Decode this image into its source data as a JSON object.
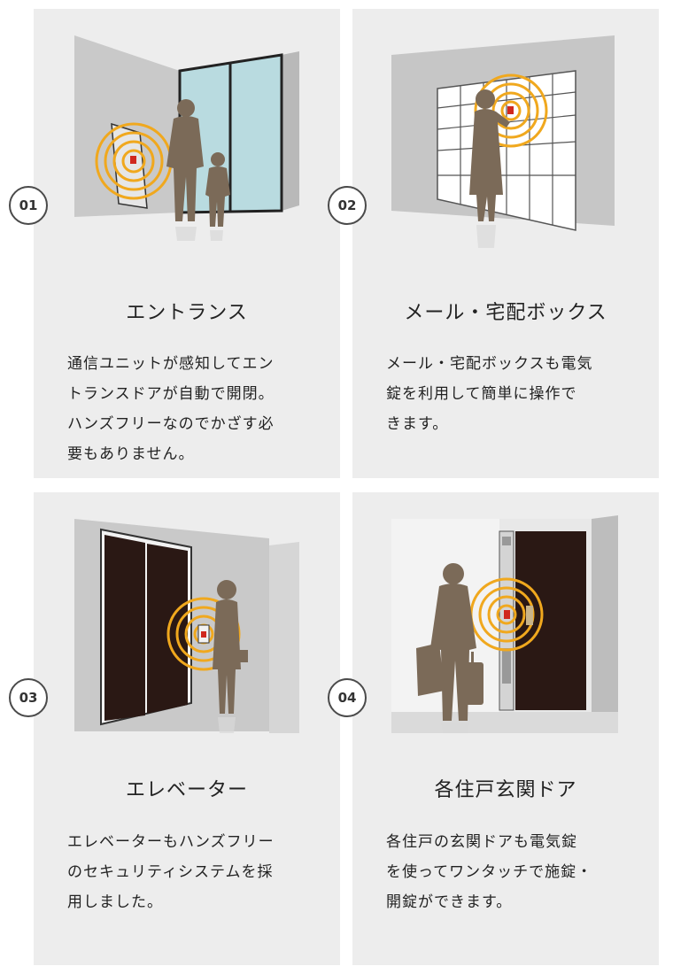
{
  "features": [
    {
      "number": "01",
      "title": "エントランス",
      "description": "通信ユニットが感知してエン\nトランスドアが自動で開閉。\nハンズフリーなのでかざす必\n要もありません。"
    },
    {
      "number": "02",
      "title": "メール・宅配ボックス",
      "description": "メール・宅配ボックスも電気\n錠を利用して簡単に操作で\nきます。"
    },
    {
      "number": "03",
      "title": "エレベーター",
      "description": "エレベーターもハンズフリー\nのセキュリティシステムを採\n用しました。"
    },
    {
      "number": "04",
      "title": "各住戸玄関ドア",
      "description": "各住戸の玄関ドアも電気錠\nを使ってワンタッチで施錠・\n開錠ができます。"
    }
  ],
  "colors": {
    "card_bg": "#ededed",
    "signal_ring": "#f0a81e",
    "sensor_red": "#d0281e",
    "silhouette": "#7b6a58",
    "door_dark": "#2a1814"
  }
}
